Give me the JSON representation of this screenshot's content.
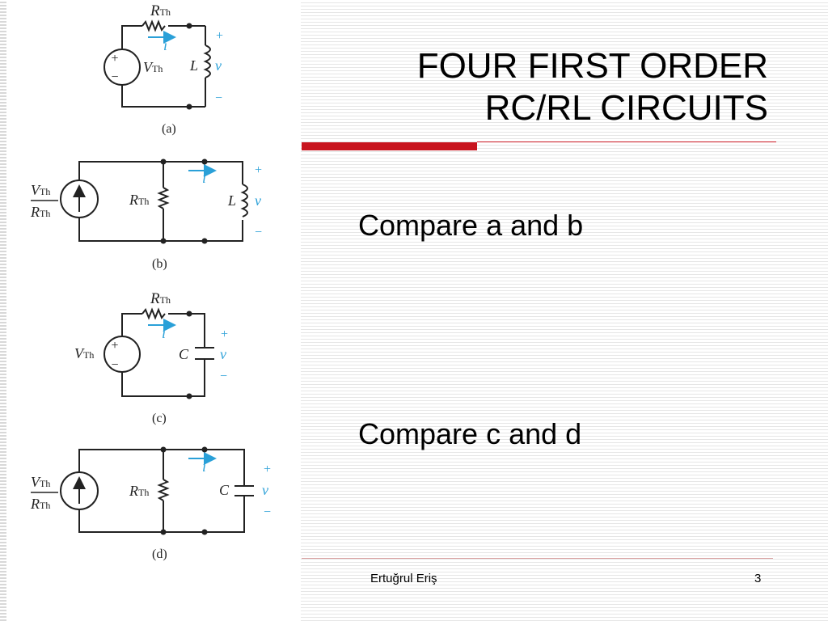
{
  "slide": {
    "title_line1": "FOUR FIRST ORDER",
    "title_line2": "RC/RL CIRCUITS",
    "bullet1": "Compare a and b",
    "bullet2": "Compare c and d",
    "footer_author": "Ertuğrul Eriş",
    "page_number": "3"
  },
  "circuits": {
    "a": {
      "caption": "(a)",
      "resistor": "R",
      "source": "V",
      "element": "L",
      "sub": "Th",
      "current": "i",
      "voltage": "v",
      "plus": "+",
      "minus": "−"
    },
    "b": {
      "caption": "(b)",
      "resistor": "R",
      "source_num": "V",
      "source_den": "R",
      "element": "L",
      "sub": "Th",
      "current": "i",
      "voltage": "v",
      "plus": "+",
      "minus": "−"
    },
    "c": {
      "caption": "(c)",
      "resistor": "R",
      "source": "V",
      "element": "C",
      "sub": "Th",
      "current": "i",
      "voltage": "v",
      "plus": "+",
      "minus": "−"
    },
    "d": {
      "caption": "(d)",
      "resistor": "R",
      "source_num": "V",
      "source_den": "R",
      "element": "C",
      "sub": "Th",
      "current": "i",
      "voltage": "v",
      "plus": "+",
      "minus": "−"
    }
  },
  "colors": {
    "accent_red": "#c8141e",
    "current_arrow": "#2aa0d8"
  }
}
